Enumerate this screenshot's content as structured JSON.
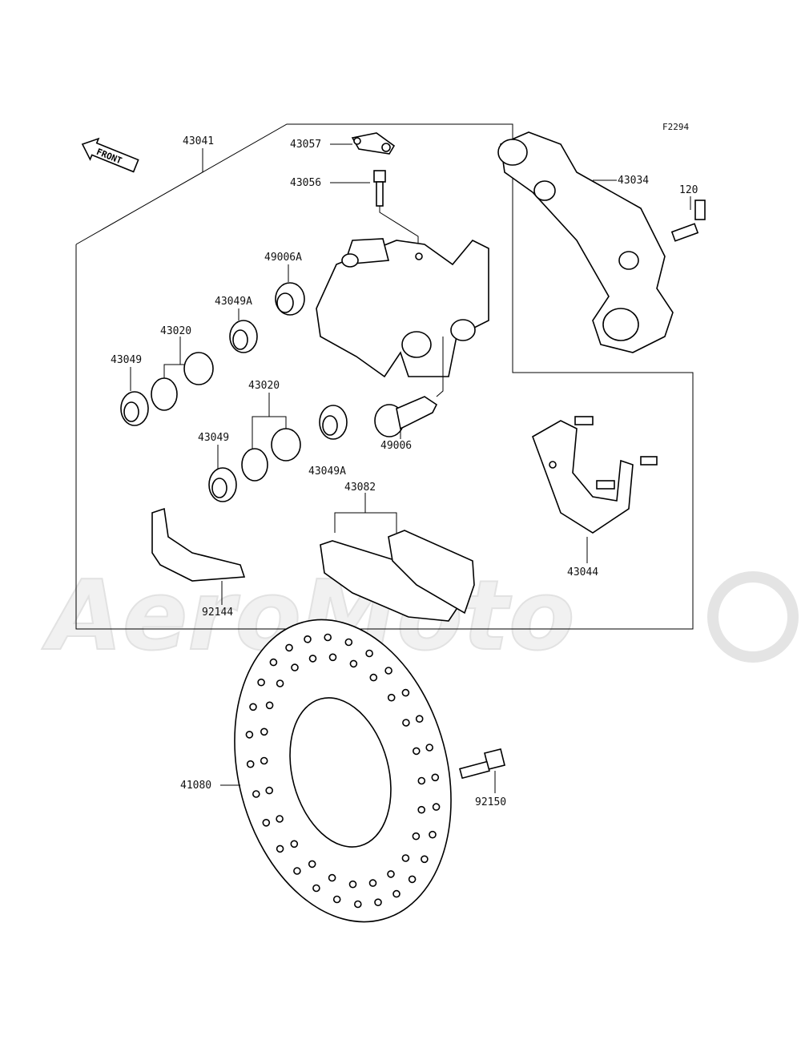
{
  "figure_id": "F2294",
  "front_arrow_label": "FRONT",
  "watermark_text": "AeroMoto",
  "labels": {
    "p43041": "43041",
    "p43057": "43057",
    "p43056": "43056",
    "p43034": "43034",
    "p120": "120",
    "p49006a": "49006A",
    "p43020_top": "43020",
    "p43049a_top": "43049A",
    "p43049_top": "43049",
    "p43020_mid": "43020",
    "p43049_mid": "43049",
    "p49006": "49006",
    "p43049a_mid": "43049A",
    "p43082": "43082",
    "p43044": "43044",
    "p92144": "92144",
    "p41080": "41080",
    "p92150": "92150"
  },
  "colors": {
    "line": "#000000",
    "watermark": "#e4e4e4"
  }
}
